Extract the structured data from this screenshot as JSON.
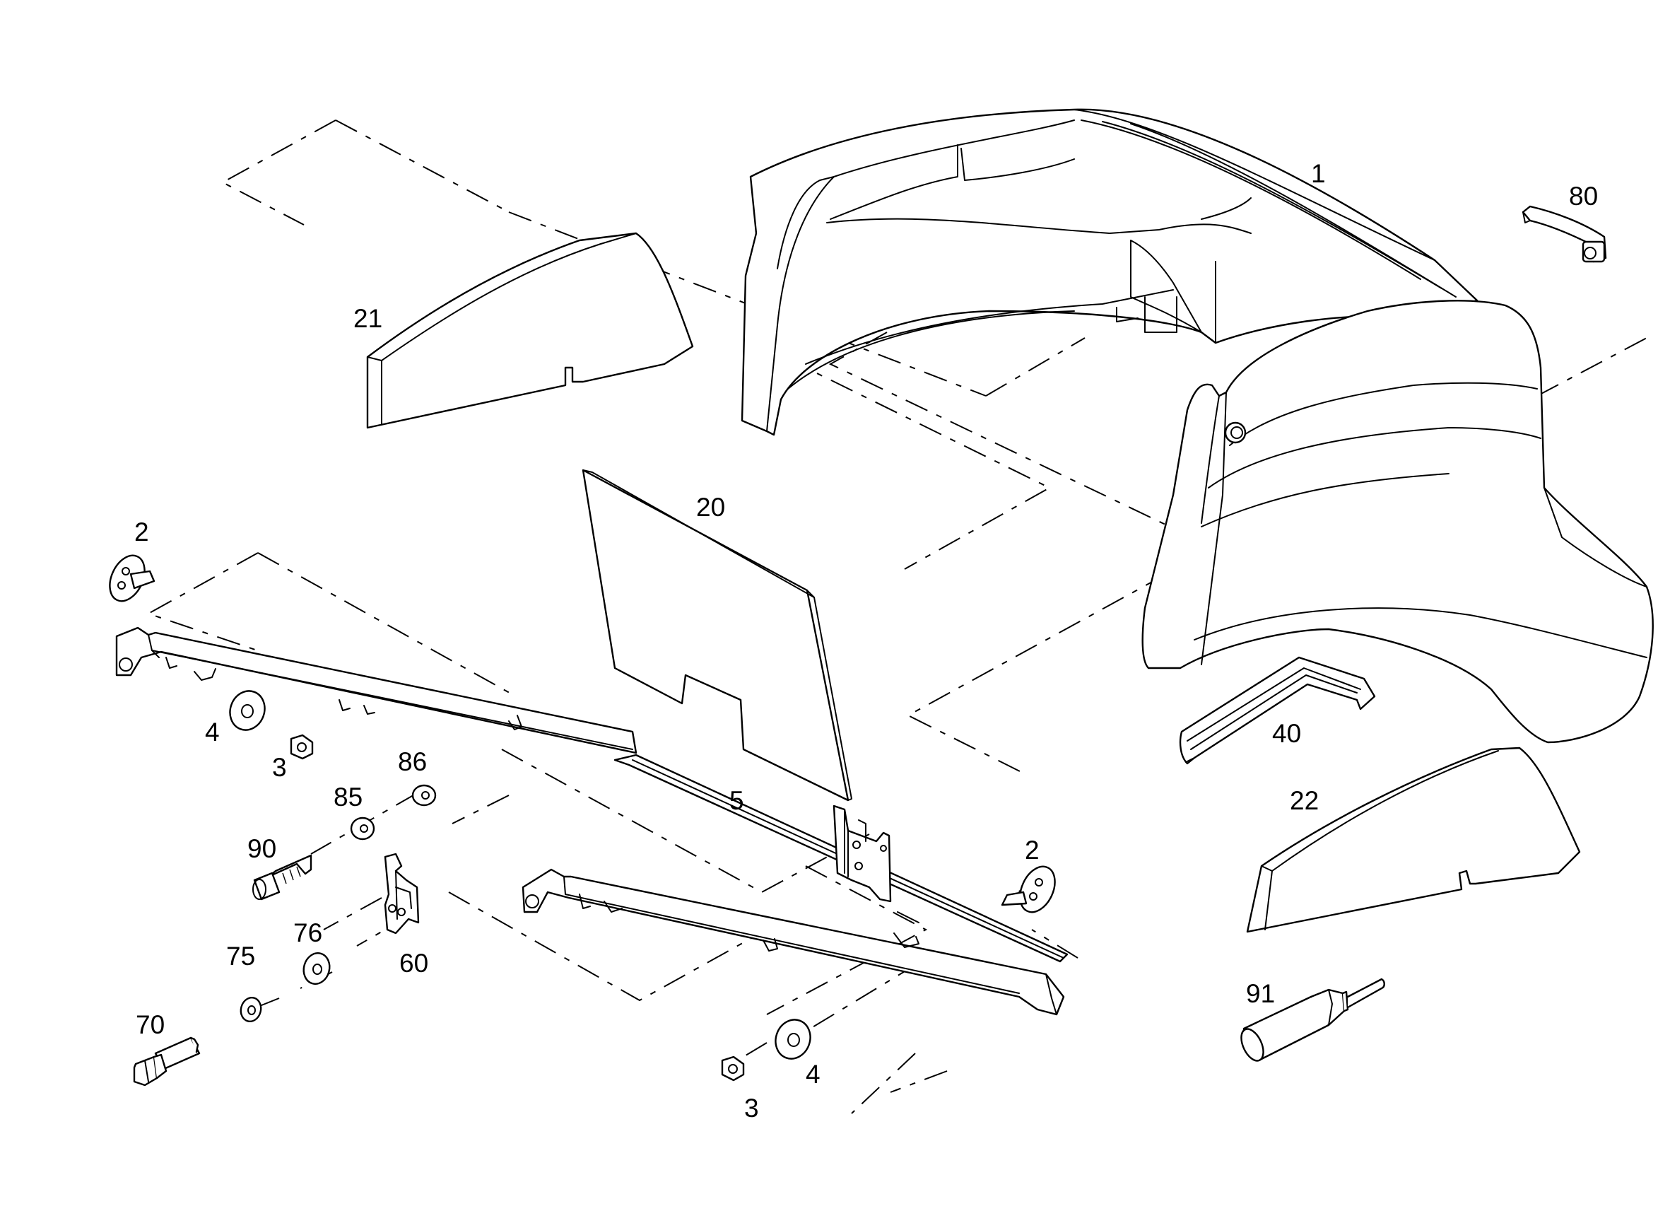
{
  "callouts": {
    "c1": "1",
    "c2a": "2",
    "c2b": "2",
    "c3a": "3",
    "c3b": "3",
    "c4a": "4",
    "c4b": "4",
    "c5": "5",
    "c20": "20",
    "c21": "21",
    "c22": "22",
    "c40": "40",
    "c60": "60",
    "c70": "70",
    "c75": "75",
    "c76": "76",
    "c80": "80",
    "c85": "85",
    "c86": "86",
    "c90": "90",
    "c91": "91"
  }
}
